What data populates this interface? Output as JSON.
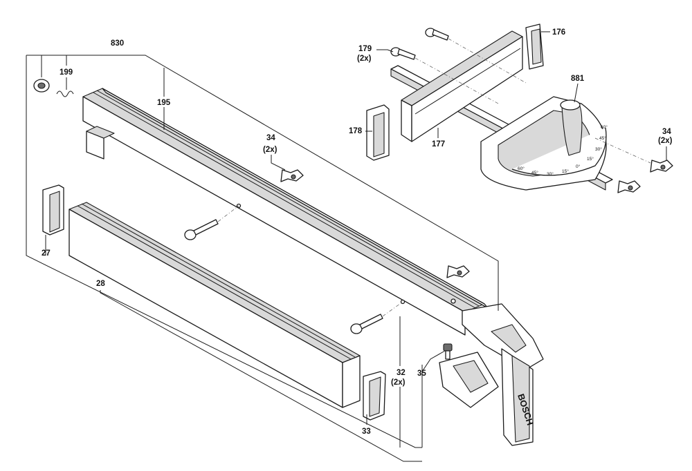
{
  "diagram": {
    "callouts": {
      "p830": "830",
      "p199": "199",
      "p195": "195",
      "p34a": "34",
      "p34a_qty": "(2x)",
      "p27": "27",
      "p28": "28",
      "p32": "32",
      "p32_qty": "(2x)",
      "p35": "35",
      "p33": "33",
      "p179": "179",
      "p179_qty": "(2x)",
      "p176": "176",
      "p881": "881",
      "p178": "178",
      "p177": "177",
      "p34b": "34",
      "p34b_qty": "(2x)"
    },
    "brand_text": "BOSCH",
    "protractor_scale": [
      "60°",
      "45°",
      "30°",
      "15°",
      "0°",
      "15°",
      "30°",
      "45°",
      "60°"
    ]
  }
}
